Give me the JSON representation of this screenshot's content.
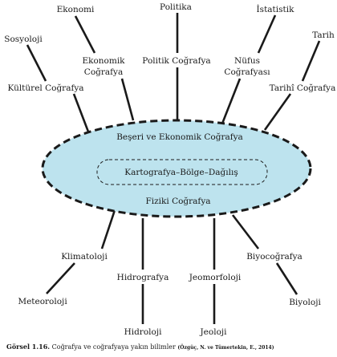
{
  "core": {
    "top": "Beşeri ve Ekonomik Coğrafya",
    "middle": "Kartografya–Bölge–Dağılış",
    "bottom": "Fiziki Coğrafya"
  },
  "outer_top": {
    "ekonomi": "Ekonomi",
    "politika": "Politika",
    "istatistik": "İstatistik",
    "sosyoloji": "Sosyoloji",
    "tarih": "Tarih"
  },
  "inner_top": {
    "ekonomik_line1": "Ekonomik",
    "ekonomik_line2": "Coğrafya",
    "politik": "Politik Coğrafya",
    "nufus_line1": "Nüfus",
    "nufus_line2": "Coğrafyası",
    "kulturel": "Kültürel Coğrafya",
    "tarihi": "Tarihî Coğrafya"
  },
  "inner_bottom": {
    "klimatoloji": "Klimatoloji",
    "hidrografya": "Hidrografya",
    "jeomorfoloji": "Jeomorfoloji",
    "biyocografya": "Biyocoğrafya"
  },
  "outer_bottom": {
    "meteoroloji": "Meteoroloji",
    "hidroloji": "Hidroloji",
    "jeoloji": "Jeoloji",
    "biyoloji": "Biyoloji"
  },
  "caption": {
    "label": "Görsel 1.16.",
    "text": "Coğrafya ve coğrafyaya yakın bilimler",
    "source": "(Özgüç, N. ve Tümertekin, E., 2014)"
  },
  "colors": {
    "ellipse_fill": "#bde3ee",
    "line": "#1a1a1a"
  }
}
